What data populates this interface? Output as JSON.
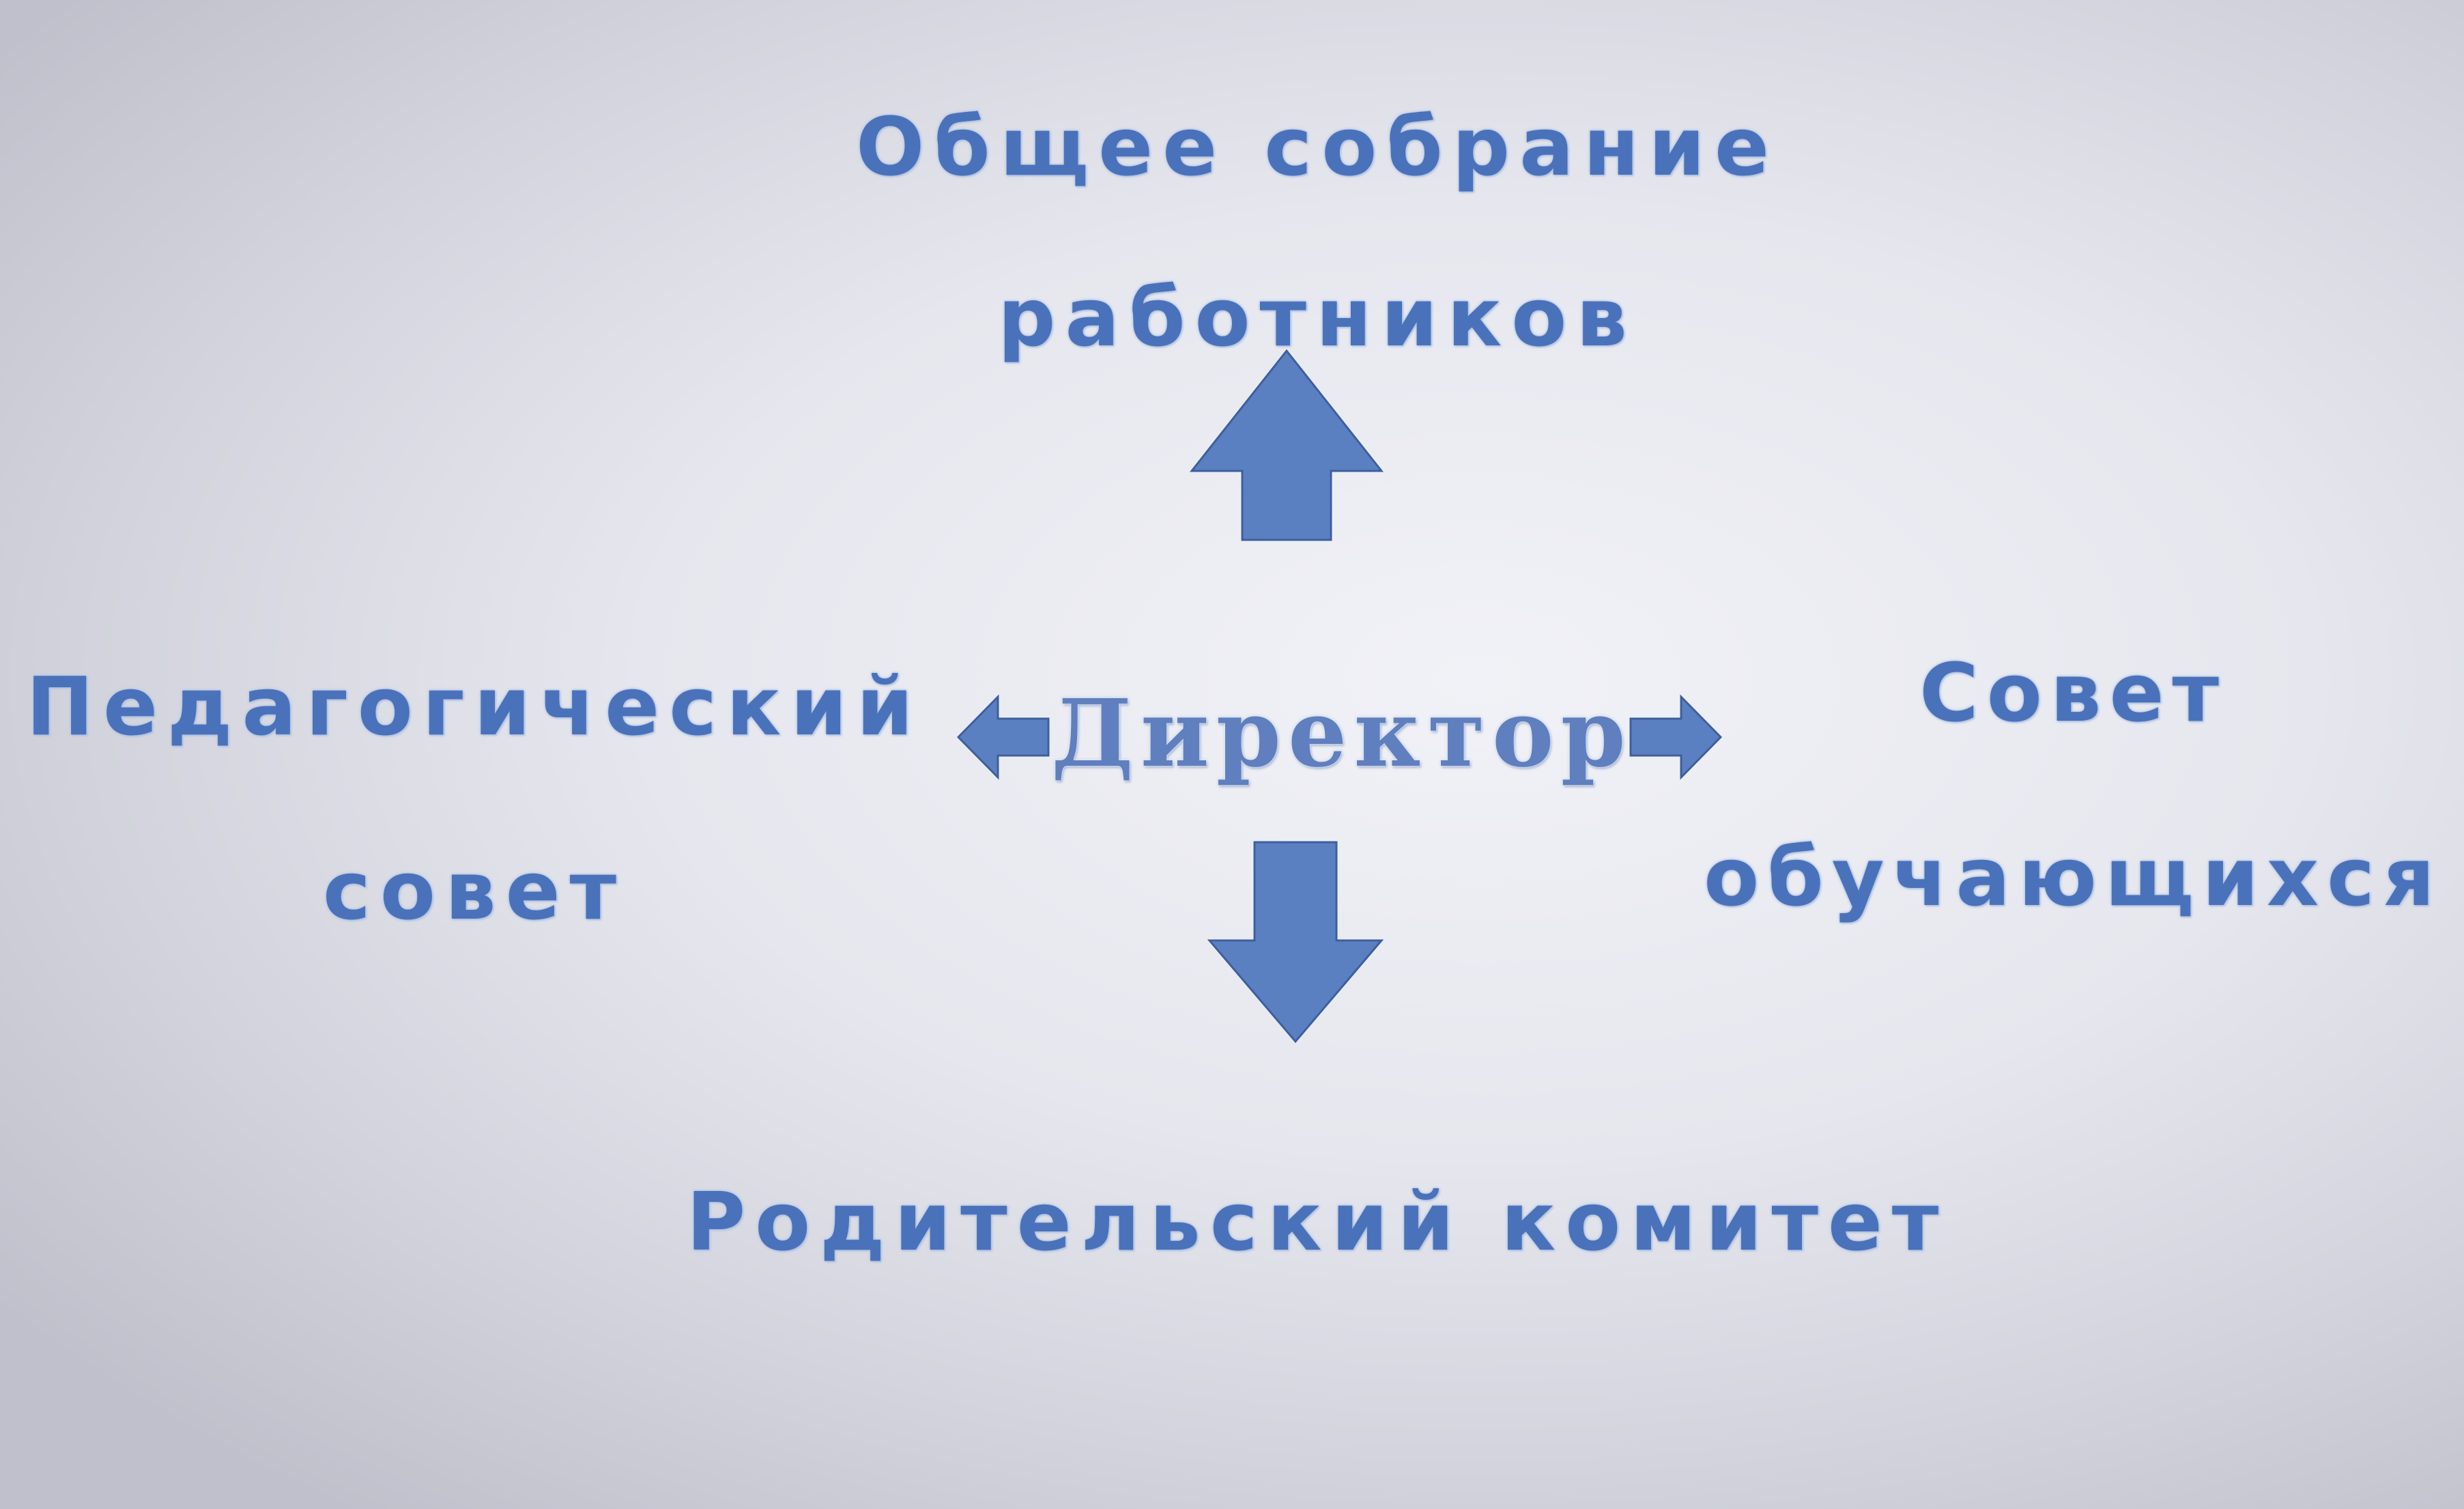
{
  "diagram": {
    "center": {
      "label": "Директор"
    },
    "top": {
      "lines": [
        "Общее собрание",
        "работников"
      ]
    },
    "left": {
      "lines": [
        "Педагогический",
        "совет"
      ]
    },
    "right": {
      "lines": [
        "Совет",
        "обучающихся"
      ]
    },
    "bottom": {
      "lines": [
        "Родительский комитет"
      ]
    },
    "arrows": [
      {
        "from": "center",
        "to": "top",
        "direction": "up"
      },
      {
        "from": "center",
        "to": "left",
        "direction": "left"
      },
      {
        "from": "center",
        "to": "right",
        "direction": "right"
      },
      {
        "from": "center",
        "to": "bottom",
        "direction": "down"
      }
    ]
  },
  "colors": {
    "text": "#4a72ba",
    "arrow_fill": "#5b80c2",
    "arrow_stroke": "#3d5f9e",
    "background": "#e6e7ee"
  }
}
